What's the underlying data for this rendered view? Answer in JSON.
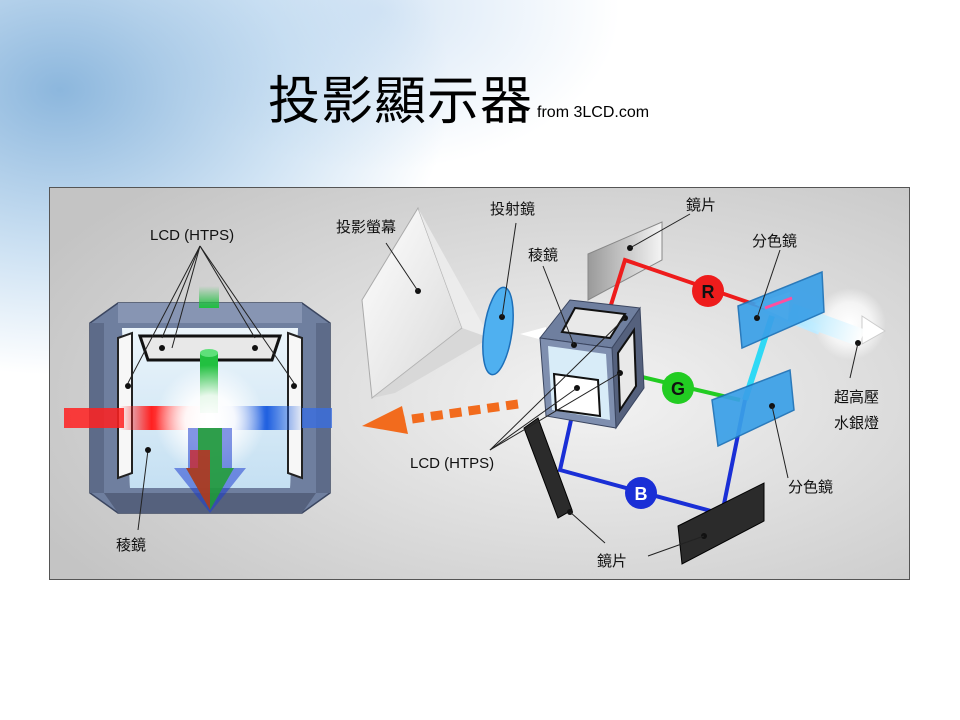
{
  "title": "投影顯示器",
  "subtitle": "from 3LCD.com",
  "labels": {
    "lcd_left": "LCD (HTPS)",
    "prism_left": "稜鏡",
    "screen": "投影螢幕",
    "projection_lens": "投射鏡",
    "mirror_top": "鏡片",
    "prism": "稜鏡",
    "dichroic_top": "分色鏡",
    "lamp_line1": "超高壓",
    "lamp_line2": "水銀燈",
    "dichroic_bottom": "分色鏡",
    "lcd_center": "LCD (HTPS)",
    "mirror_bottom": "鏡片"
  },
  "channels": {
    "red": "R",
    "green": "G",
    "blue": "B"
  },
  "colors": {
    "red": "#ee1c1c",
    "green": "#22cc22",
    "blue": "#1a2fd6",
    "dichroic": "#3aa0e8",
    "arrow_orange": "#f26b1d"
  }
}
